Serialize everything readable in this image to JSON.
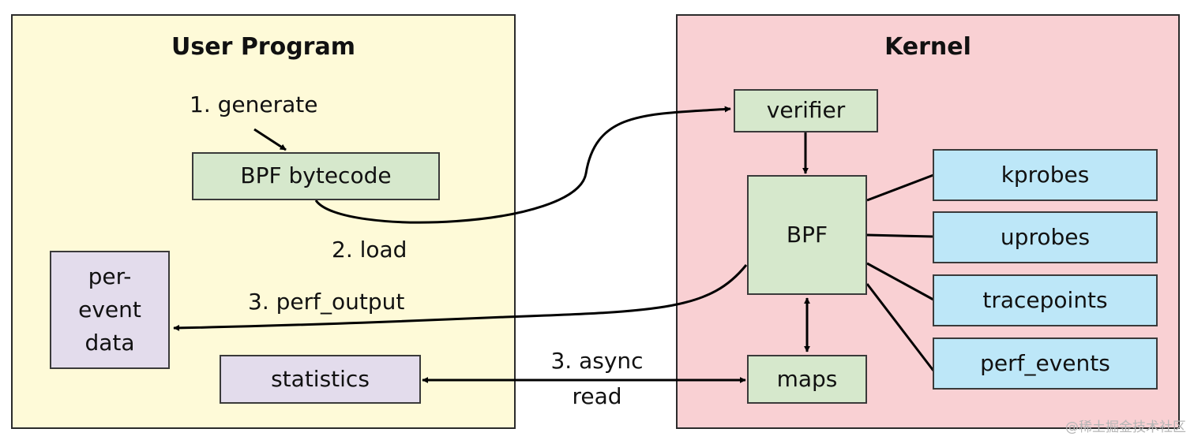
{
  "user_panel": {
    "title": "User Program",
    "bg": "#fefad8"
  },
  "kernel_panel": {
    "title": "Kernel",
    "bg": "#f9d0d3"
  },
  "nodes": {
    "bpf_bytecode": "BPF bytecode",
    "per_event_data": "per-\nevent\ndata",
    "statistics": "statistics",
    "verifier": "verifier",
    "bpf": "BPF",
    "maps": "maps",
    "kprobes": "kprobes",
    "uprobes": "uprobes",
    "tracepoints": "tracepoints",
    "perf_events": "perf_events"
  },
  "edge_labels": {
    "generate": "1. generate",
    "load": "2. load",
    "perf_output": "3. perf_output",
    "async_read": "3. async\nread"
  },
  "colors": {
    "green_box": "#d6e8cc",
    "purple_box": "#e3dcec",
    "blue_box": "#bde7f8"
  },
  "watermark": "@稀土掘金技术社区"
}
